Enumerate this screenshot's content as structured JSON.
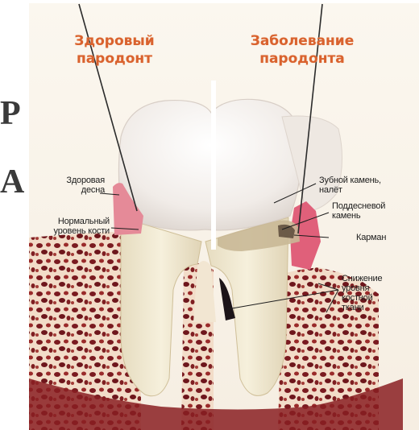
{
  "headings": {
    "left_line1": "Здоровый",
    "left_line2": "пародонт",
    "right_line1": "Заболевание",
    "right_line2": "пародонта"
  },
  "labels": {
    "healthy_gum_1": "Здоровая",
    "healthy_gum_2": "десна",
    "normal_bone_1": "Нормальный",
    "normal_bone_2": "уровень кости",
    "tartar_1": "Зубной камень,",
    "tartar_2": "налёт",
    "subgingival_1": "Поддесневой",
    "subgingival_2": "камень",
    "pocket": "Карман",
    "bone_loss_1": "Снижение",
    "bone_loss_2": "уровня",
    "bone_loss_3": "костной",
    "bone_loss_4": "ткани"
  },
  "side_text": {
    "glyph_top": "Р",
    "glyph_bottom": "А"
  },
  "colors": {
    "heading": "#d9622e",
    "gum_healthy": "#e58a98",
    "gum_diseased": "#e0607a",
    "bone_dark": "#8c1c22",
    "enamel": "#f4f0ec",
    "tartar": "#c9b896"
  }
}
